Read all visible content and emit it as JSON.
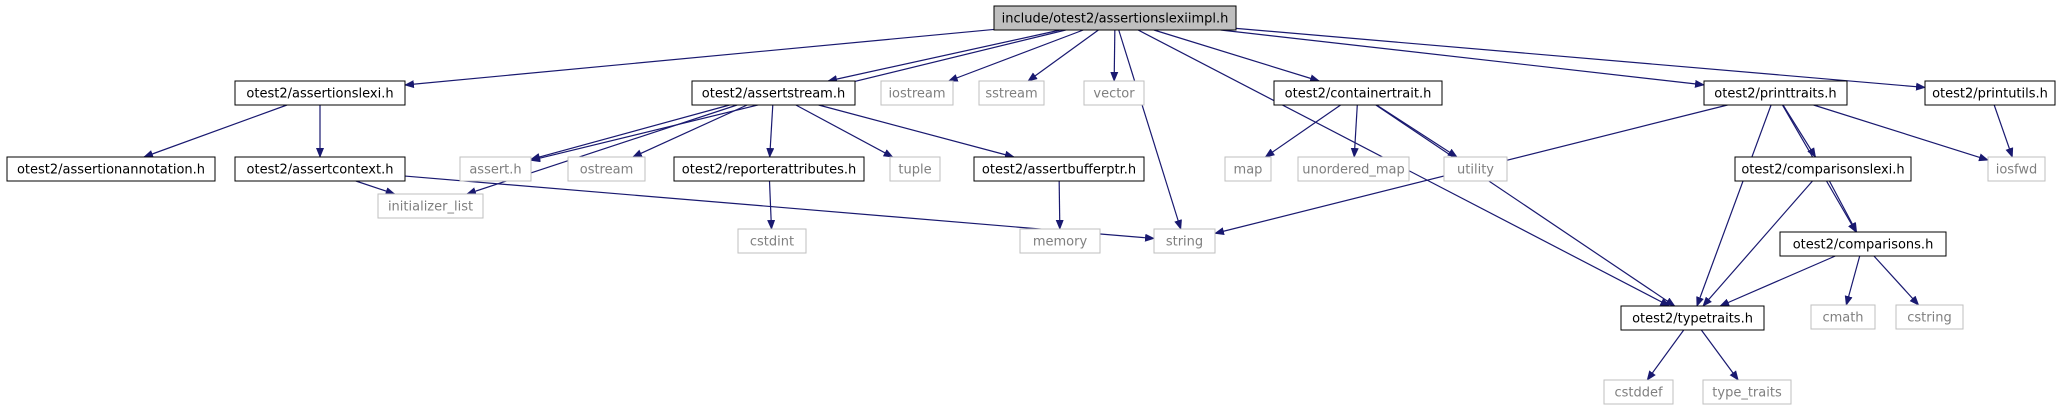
{
  "colors": {
    "edge": "#191970",
    "root_fill": "#bfbfbf",
    "project_border": "#000000",
    "external_border": "#bfbfbf",
    "external_text": "#7f7f7f",
    "text": "#000000"
  },
  "nodes": {
    "root": {
      "label": "include/otest2/assertionslexiimpl.h",
      "kind": "root"
    },
    "assertionslexi": {
      "label": "otest2/assertionslexi.h",
      "kind": "project"
    },
    "assertstream": {
      "label": "otest2/assertstream.h",
      "kind": "project"
    },
    "iostream": {
      "label": "iostream",
      "kind": "external"
    },
    "sstream": {
      "label": "sstream",
      "kind": "external"
    },
    "vector": {
      "label": "vector",
      "kind": "external"
    },
    "containertrait": {
      "label": "otest2/containertrait.h",
      "kind": "project"
    },
    "printtraits": {
      "label": "otest2/printtraits.h",
      "kind": "project"
    },
    "printutils": {
      "label": "otest2/printutils.h",
      "kind": "project"
    },
    "assertionannotation": {
      "label": "otest2/assertionannotation.h",
      "kind": "project"
    },
    "assertcontext": {
      "label": "otest2/assertcontext.h",
      "kind": "project"
    },
    "assert": {
      "label": "assert.h",
      "kind": "external"
    },
    "ostream": {
      "label": "ostream",
      "kind": "external"
    },
    "reporterattributes": {
      "label": "otest2/reporterattributes.h",
      "kind": "project"
    },
    "tuple": {
      "label": "tuple",
      "kind": "external"
    },
    "assertbufferptr": {
      "label": "otest2/assertbufferptr.h",
      "kind": "project"
    },
    "map": {
      "label": "map",
      "kind": "external"
    },
    "unordered_map": {
      "label": "unordered_map",
      "kind": "external"
    },
    "utility": {
      "label": "utility",
      "kind": "external"
    },
    "comparisonslexi": {
      "label": "otest2/comparisonslexi.h",
      "kind": "project"
    },
    "iosfwd": {
      "label": "iosfwd",
      "kind": "external"
    },
    "initializer_list": {
      "label": "initializer_list",
      "kind": "external"
    },
    "cstdint": {
      "label": "cstdint",
      "kind": "external"
    },
    "memory": {
      "label": "memory",
      "kind": "external"
    },
    "string": {
      "label": "string",
      "kind": "external"
    },
    "comparisons": {
      "label": "otest2/comparisons.h",
      "kind": "project"
    },
    "typetraits": {
      "label": "otest2/typetraits.h",
      "kind": "project"
    },
    "cmath": {
      "label": "cmath",
      "kind": "external"
    },
    "cstring": {
      "label": "cstring",
      "kind": "external"
    },
    "cstddef": {
      "label": "cstddef",
      "kind": "external"
    },
    "type_traits": {
      "label": "type_traits",
      "kind": "external"
    }
  },
  "edges": [
    [
      "root",
      "assertionslexi"
    ],
    [
      "root",
      "assertstream"
    ],
    [
      "root",
      "iostream"
    ],
    [
      "root",
      "sstream"
    ],
    [
      "root",
      "vector"
    ],
    [
      "root",
      "containertrait"
    ],
    [
      "root",
      "printtraits"
    ],
    [
      "root",
      "printutils"
    ],
    [
      "root",
      "assert"
    ],
    [
      "root",
      "string"
    ],
    [
      "root",
      "typetraits"
    ],
    [
      "assertionslexi",
      "assertionannotation"
    ],
    [
      "assertionslexi",
      "assertcontext"
    ],
    [
      "assertcontext",
      "initializer_list"
    ],
    [
      "assertcontext",
      "string"
    ],
    [
      "assertstream",
      "assert"
    ],
    [
      "assertstream",
      "ostream"
    ],
    [
      "assertstream",
      "reporterattributes"
    ],
    [
      "assertstream",
      "tuple"
    ],
    [
      "assertstream",
      "assertbufferptr"
    ],
    [
      "assertstream",
      "initializer_list"
    ],
    [
      "reporterattributes",
      "cstdint"
    ],
    [
      "assertbufferptr",
      "memory"
    ],
    [
      "containertrait",
      "map"
    ],
    [
      "containertrait",
      "unordered_map"
    ],
    [
      "containertrait",
      "utility"
    ],
    [
      "containertrait",
      "typetraits"
    ],
    [
      "printtraits",
      "comparisonslexi"
    ],
    [
      "printtraits",
      "comparisons"
    ],
    [
      "printtraits",
      "iosfwd"
    ],
    [
      "printtraits",
      "typetraits"
    ],
    [
      "printtraits",
      "string"
    ],
    [
      "printutils",
      "iosfwd"
    ],
    [
      "comparisonslexi",
      "comparisons"
    ],
    [
      "comparisonslexi",
      "typetraits"
    ],
    [
      "comparisons",
      "typetraits"
    ],
    [
      "comparisons",
      "cmath"
    ],
    [
      "comparisons",
      "cstring"
    ],
    [
      "typetraits",
      "cstddef"
    ],
    [
      "typetraits",
      "type_traits"
    ]
  ]
}
